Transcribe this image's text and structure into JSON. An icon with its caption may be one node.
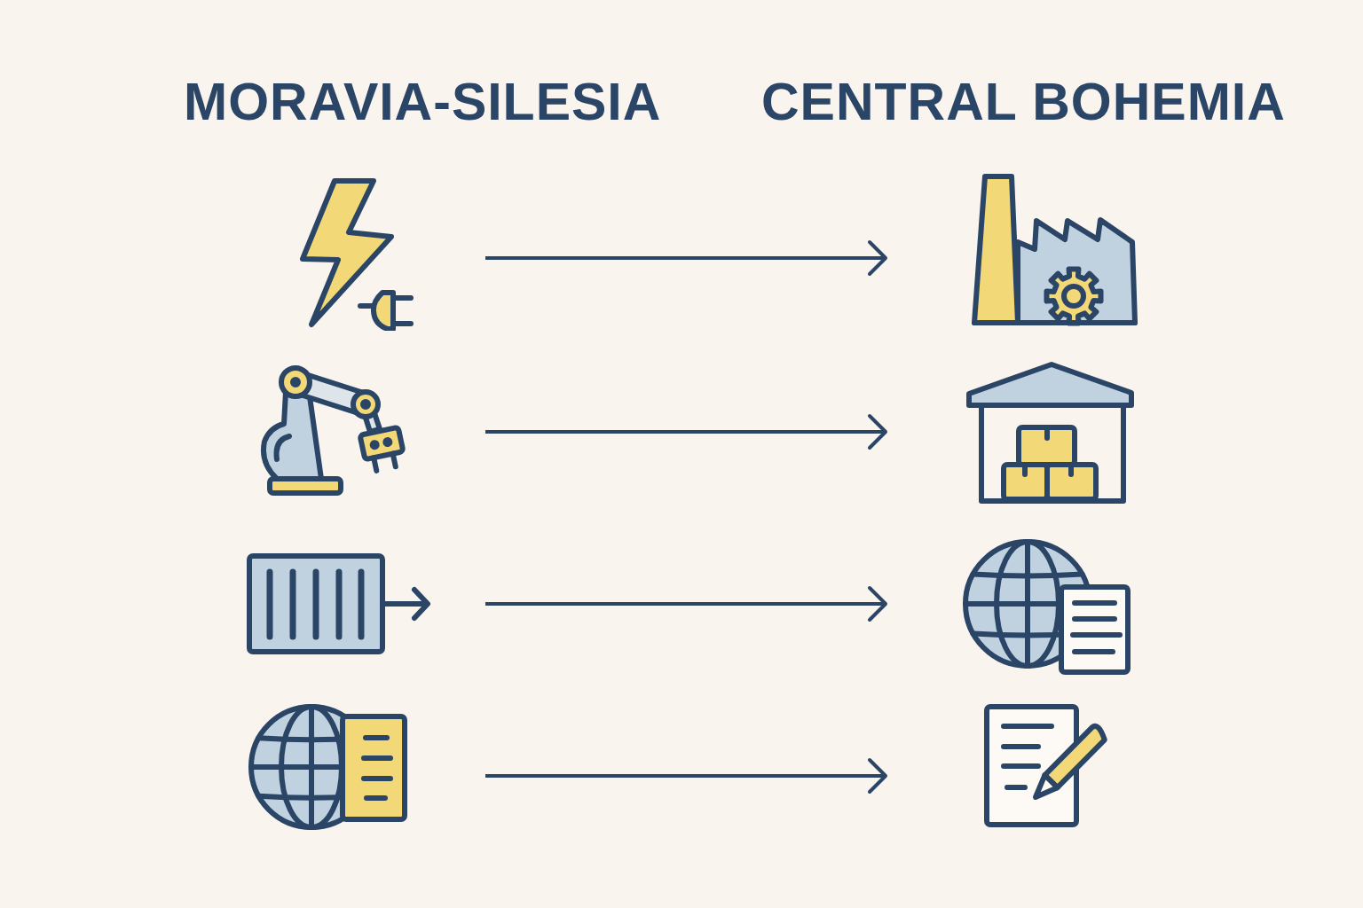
{
  "diagram": {
    "nodes": [
      {
        "text": [],
        "shape": "picture"
      },
      {
        "text": [],
        "shape": "picture"
      },
      {
        "text": [],
        "shape": "picture"
      },
      {
        "text": [],
        "shape": "picture"
      },
      {
        "text": [],
        "shape": "picture"
      },
      {
        "text": [],
        "shape": "picture"
      },
      {
        "text": [],
        "shape": "picture"
      },
      {
        "text": [],
        "shape": "picture"
      }
    ],
    "edges": [
      {
        "from": 0,
        "to": 1,
        "arrow": "to"
      },
      {
        "from": 2,
        "to": 3,
        "arrow": "to"
      },
      {
        "from": 4,
        "to": 5,
        "arrow": "to"
      },
      {
        "from": 6,
        "to": 7,
        "arrow": "to"
      }
    ],
    "labels": [
      "MORAVIA-SILESIA",
      "CENTRAL BOHEMIA"
    ]
  }
}
